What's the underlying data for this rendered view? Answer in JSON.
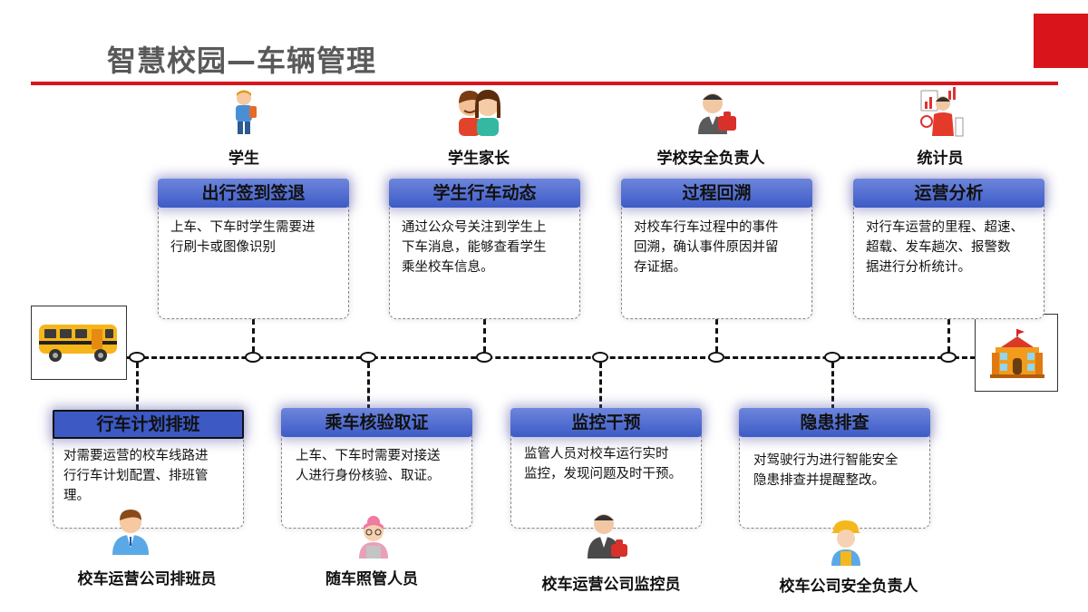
{
  "title": "智慧校园—车辆管理",
  "colors": {
    "accent": "#d9151b",
    "header_blue": "#3d5bc6"
  },
  "roles_top": [
    "学生",
    "学生家长",
    "学校安全负责人",
    "统计员"
  ],
  "roles_bottom": [
    "校车运营公司排班员",
    "随车照管人员",
    "校车运营公司监控员",
    "校车公司安全负责人"
  ],
  "steps_top": [
    {
      "title": "出行签到签退",
      "body": [
        "上车、下车时学生需要进",
        "行刷卡或图像识别"
      ]
    },
    {
      "title": "学生行车动态",
      "body": [
        "通过公众号关注到学生上",
        "下车消息，能够查看学生",
        "乘坐校车信息。"
      ]
    },
    {
      "title": "过程回溯",
      "body": [
        "对校车行车过程中的事件",
        "回溯，确认事件原因并留",
        "存证据。"
      ]
    },
    {
      "title": "运营分析",
      "body": [
        "对行车运营的里程、超速、",
        "超载、发车趟次、报警数",
        "据进行分析统计。"
      ]
    }
  ],
  "steps_bottom": [
    {
      "title": "行车计划排班",
      "body": [
        "对需要运营的校车线路进",
        "行行车计划配置、排班管",
        "理。"
      ]
    },
    {
      "title": "乘车核验取证",
      "body": [
        "上车、下车时需要对接送",
        "人进行身份核验、取证。"
      ]
    },
    {
      "title": "监控干预",
      "body": [
        "监管人员对校车运行实时",
        "监控，发现问题及时干预。"
      ]
    },
    {
      "title": "隐患排查",
      "body": [
        "对驾驶行为进行智能安全",
        "隐患排查并提醒整改。"
      ]
    }
  ],
  "icons": [
    "school-bus-icon",
    "school-building-icon",
    "student-icon",
    "parents-icon",
    "security-officer-icon",
    "statistician-icon",
    "scheduler-icon",
    "caretaker-icon",
    "monitor-officer-icon",
    "safety-worker-icon"
  ]
}
